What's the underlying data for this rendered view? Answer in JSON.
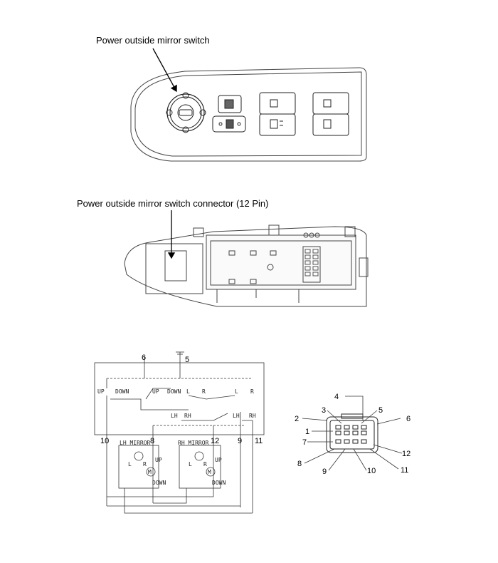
{
  "labels": {
    "mirror_switch": "Power outside mirror switch",
    "connector": "Power outside mirror switch connector (12 Pin)"
  },
  "schematic": {
    "top_pins": [
      "6",
      "5"
    ],
    "bottom_pins": [
      "10",
      "8",
      "12",
      "9",
      "11"
    ],
    "switch_labels": {
      "up_left": "UP",
      "down_left": "DOWN",
      "up_mid": "UP",
      "down_mid": "DOWN",
      "l_mid": "L",
      "r_mid": "R",
      "l_right": "L",
      "r_right": "R",
      "lh_mid": "LH",
      "rh_mid": "RH",
      "lh_right": "LH",
      "rh_right": "RH"
    },
    "lh_mirror": {
      "title": "LH MIRROR",
      "l": "L",
      "r": "R",
      "up": "UP",
      "down": "DOWN",
      "m": "M"
    },
    "rh_mirror": {
      "title": "RH MIRROR",
      "l": "L",
      "r": "R",
      "up": "UP",
      "down": "DOWN",
      "m": "M"
    }
  },
  "connector_pins": [
    "1",
    "2",
    "3",
    "4",
    "5",
    "6",
    "7",
    "8",
    "9",
    "10",
    "11",
    "12"
  ]
}
